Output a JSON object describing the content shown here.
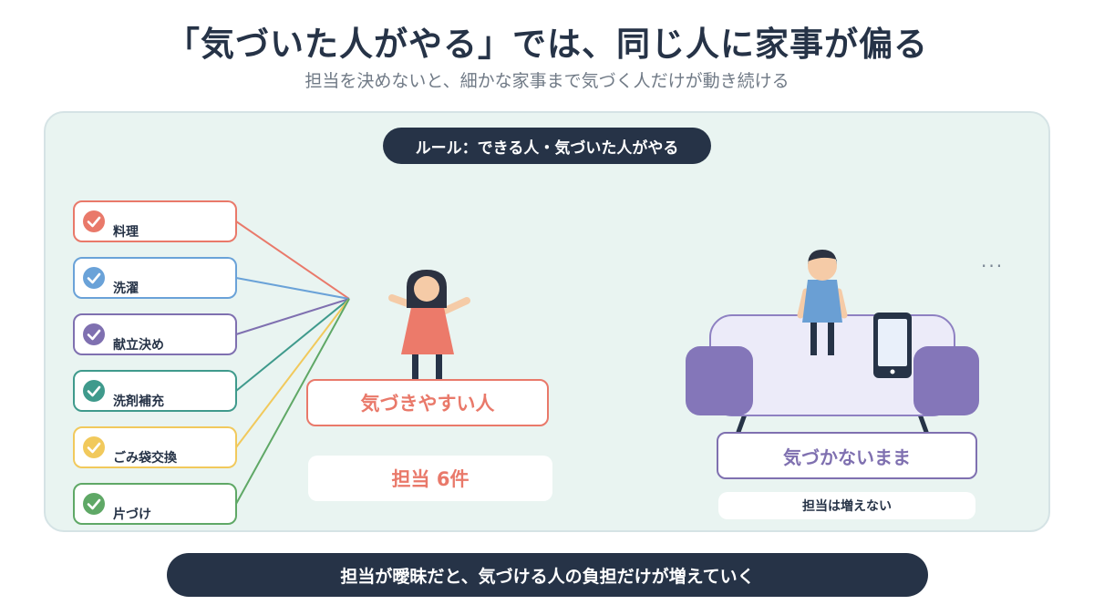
{
  "title": "「気づいた人がやる」では、同じ人に家事が偏る",
  "subtitle": "担当を決めないと、細かな家事まで気づく人だけが動き続ける",
  "rule": "ルール：できる人・気づいた人がやる",
  "chores": [
    {
      "label": "料理",
      "color": "#e9796a"
    },
    {
      "label": "洗濯",
      "color": "#6aa2d8"
    },
    {
      "label": "献立決め",
      "color": "#7f70b0"
    },
    {
      "label": "洗剤補充",
      "color": "#3f9a8c"
    },
    {
      "label": "ごみ袋交換",
      "color": "#f1c95c"
    },
    {
      "label": "片づけ",
      "color": "#5fa866"
    }
  ],
  "aware_person": {
    "label": "気づきやすい人",
    "count": "担当 6件",
    "color": "#e9796a"
  },
  "unaware_person": {
    "label": "気づかないまま",
    "note": "担当は増えない",
    "color": "#7f70b0"
  },
  "dots": "···",
  "footer": "担当が曖昧だと、気づける人の負担だけが増えていく",
  "icons": [
    "check-icon",
    "girl-icon",
    "boy-icon",
    "sofa-icon",
    "phone-icon"
  ]
}
